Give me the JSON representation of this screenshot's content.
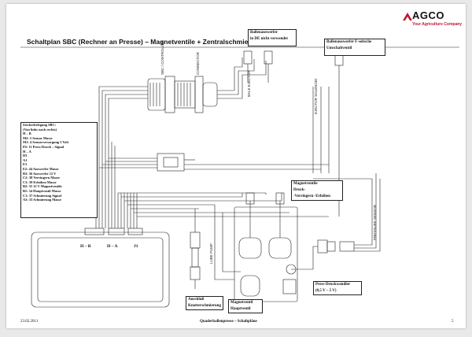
{
  "header": {
    "brand": "AGCO",
    "tagline": "Your Agriculture Company",
    "title": "Schaltplan SBC (Rechner an Presse) – Magnetventile + Zentralschmierpumpe"
  },
  "boxes": {
    "ballenauswerfer_left": [
      "Ballenauswerfer",
      "in DE nicht verwendet"
    ],
    "ballenauswerfer_right": [
      "Ballenauswerfer F-seitsche",
      "Umschaltventil"
    ],
    "magnetventile": [
      "Magnetventile",
      "Druck-",
      "-Verringern       -Erhöhen"
    ],
    "anschluss": [
      "Anschluß",
      "Knotterschmierung"
    ],
    "magnetventil_haupt": [
      "Magnetventil",
      "Hauptventil"
    ],
    "druckwandler": [
      "Press-Druckwandler",
      "(0,5 V – 5 V)"
    ]
  },
  "legend": [
    "Steckerbelegung SBC:",
    "(Von links nach rechts)",
    "",
    "H – B",
    "M2: 5 Sensor Masse",
    "M1: 4 Sensorversorgung 5 Volt",
    "P2: 11 Press-Druck – Signal",
    "",
    "H – A",
    "D3",
    "A1",
    "E3",
    "E2: 44 Auswerfer Masse",
    "",
    "B3: 36 Auswerfer 12 V",
    "C2: 38 Verringern Masse",
    "C3: 39 Erhöhen Masse",
    "",
    "B2: 35 12 V Magnetventile",
    "",
    "B1: 34 Hauptventil Masse",
    "",
    "C1: 37 Schmierung Signal",
    "A3: 33 Schmierung Masse"
  ],
  "connector_labels": {
    "hb": "H – B",
    "ha": "H – A",
    "j1": "J1"
  },
  "footer": {
    "date": "23.02.2011",
    "center": "Quaderballenpresse – Schaltpläne",
    "page": "5"
  }
}
